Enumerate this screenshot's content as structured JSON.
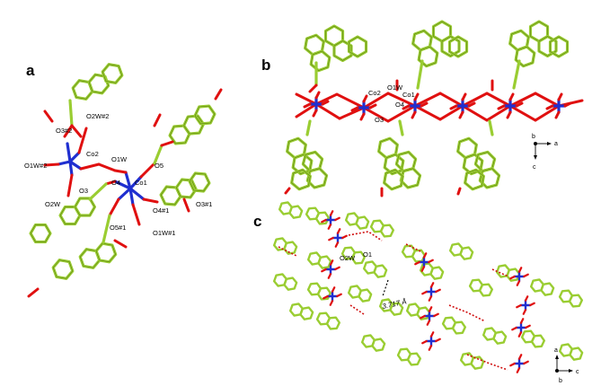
{
  "panels": {
    "a": {
      "letter": "a",
      "labels": {
        "o2w2": "O2W#2",
        "o3_2": "O3#2",
        "co2": "Co2",
        "o1w": "O1W",
        "o1w2": "O1W#2",
        "o5": "O5",
        "o3": "O3",
        "o4": "O4",
        "co1": "Co1",
        "o2w": "O2W",
        "o3_1": "O3#1",
        "o4_1": "O4#1",
        "o5_1": "O5#1",
        "o1w1": "O1W#1"
      }
    },
    "b": {
      "letter": "b",
      "labels": {
        "co2": "Co2",
        "o1w": "O1W",
        "co1": "Co1",
        "o4": "O4",
        "o3": "O3"
      },
      "axes": {
        "b": "b",
        "a": "a",
        "c": "c"
      }
    },
    "c": {
      "letter": "c",
      "labels": {
        "o2w": "O2W",
        "o1": "O1",
        "distance": "3.717 Å"
      },
      "axes": {
        "a": "a",
        "b": "b",
        "c": "c"
      }
    }
  },
  "colors": {
    "carbon": "#9acd32",
    "oxygen": "#e01010",
    "cobalt": "#1f2fd0",
    "hbond": "#d01010"
  }
}
